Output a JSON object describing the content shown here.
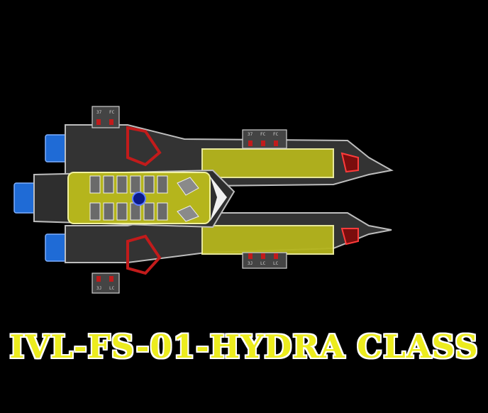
{
  "game": {
    "title": "IVL-FS-01-HYDRA CLASS",
    "hull_markings": {
      "upper_pod_left": [
        "37",
        "FC"
      ],
      "upper_pod_mid": [
        "37",
        "FC",
        "FC"
      ],
      "lower_pod_left": [
        "3J",
        "LC"
      ],
      "lower_pod_mid": [
        "3J",
        "LC",
        "LC"
      ]
    },
    "colors": {
      "background": "#000000",
      "hull": "#3a3a3a",
      "hull_outline": "#bdbdbd",
      "room_yellow": "#b5b51c",
      "accent_red": "#c21b1b",
      "engine_blue": "#1f6bd6",
      "title_yellow": "#ecec1e"
    }
  }
}
